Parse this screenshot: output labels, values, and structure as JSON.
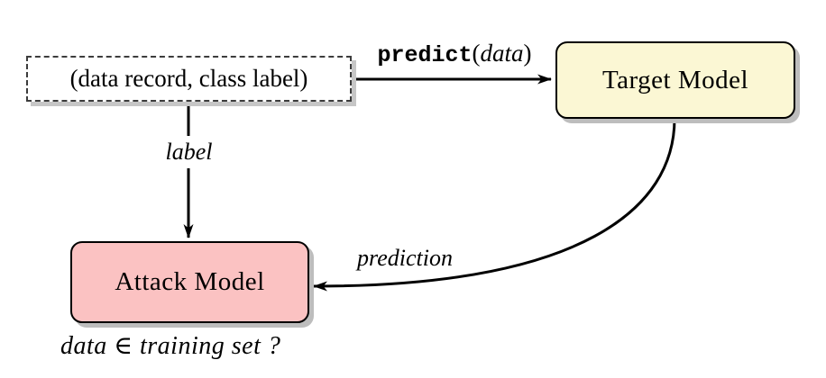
{
  "colors": {
    "background": "#ffffff",
    "target_model_fill": "#fbf7d4",
    "attack_model_fill": "#fbc2c2",
    "box_border": "#000000",
    "dashed_border": "#3c3c3c",
    "shadow": "#bdbdbd",
    "arrow": "#000000"
  },
  "nodes": {
    "data_record": {
      "label": "(data record, class label)"
    },
    "target_model": {
      "label": "Target Model"
    },
    "attack_model": {
      "label": "Attack Model"
    }
  },
  "edges": {
    "predict": {
      "fn": "predict",
      "open_paren": "(",
      "arg": "data",
      "close_paren": ")"
    },
    "label": {
      "text": "label"
    },
    "prediction": {
      "text": "prediction"
    }
  },
  "caption": {
    "text": "data ∈ training set ?"
  }
}
